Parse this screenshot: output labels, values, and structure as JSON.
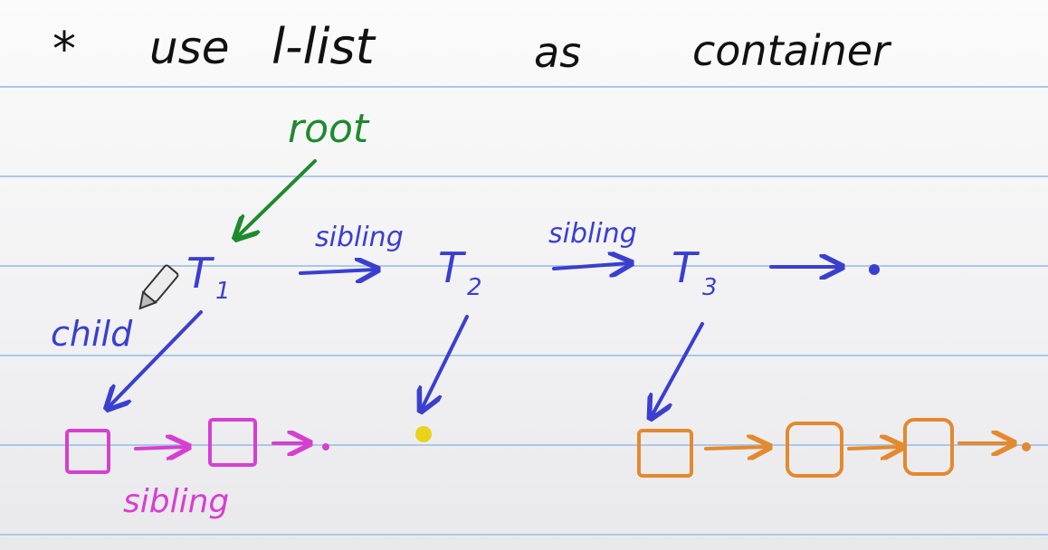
{
  "heading": {
    "bullet": "*",
    "word1": "use",
    "word2": "l-list",
    "word3": "as",
    "word4": "container"
  },
  "labels": {
    "root": "root",
    "sibling_1": "sibling",
    "sibling_2": "sibling",
    "child": "child",
    "sibling_bottom": "sibling"
  },
  "nodes": {
    "t1": {
      "letter": "T",
      "sub": "1"
    },
    "t2": {
      "letter": "T",
      "sub": "2"
    },
    "t3": {
      "letter": "T",
      "sub": "3"
    }
  },
  "colors": {
    "ruled_line": "#a9c8ea",
    "ink_black": "#111111",
    "ink_green": "#1e8a2e",
    "ink_blue": "#3a3fd0",
    "ink_magenta": "#d63fd0",
    "ink_yellow": "#e9d21a",
    "ink_orange": "#e4892e"
  }
}
